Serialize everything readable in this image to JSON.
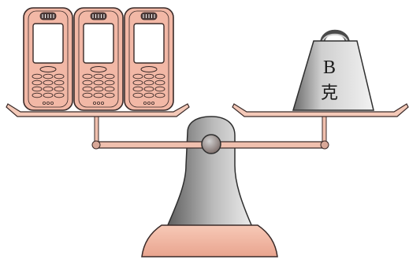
{
  "weight": {
    "label": "B",
    "unit": "克"
  },
  "phones": {
    "count": 3
  },
  "colors": {
    "phone_body": "#f2b8a6",
    "phone_outline": "#3a2a28",
    "screen": "#ffffff",
    "pan": "#f4c9b8",
    "beam": "#f0c0ae",
    "stand_dark": "#6e6e6e",
    "stand_light": "#d8d8d8",
    "base": "#f2b8a6",
    "weight_dark": "#7a7a7a",
    "weight_light": "#e6e6e6"
  }
}
